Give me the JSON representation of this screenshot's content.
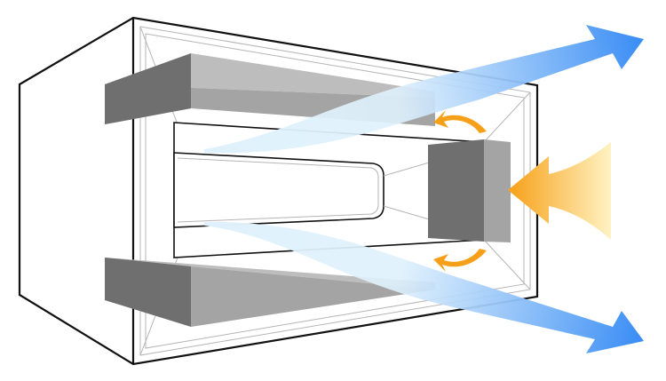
{
  "colors": {
    "background": "#ffffff",
    "outline": "#111111",
    "thin_line": "#b5b5b5",
    "magnet_side": "#a4a4a4",
    "magnet_front": "#6f6f6f",
    "magnet_top": "#bdbdbd",
    "airflow_blue_dark": "#3d8ff5",
    "airflow_blue_light": "#dff1fc",
    "intake_orange": "#f7a21b",
    "intake_yellow": "#fff4c6",
    "recirc_orange": "#f6a01a"
  },
  "parts": {
    "housing": "housing-box-outline",
    "top_block": "gray-block",
    "bottom_block": "gray-block",
    "right_block": "gray-block",
    "inner_frame": "channel-frame",
    "airflow_upper": "blue-arrow",
    "airflow_lower": "blue-arrow",
    "intake": "orange-arrow",
    "recirculation_upper": "small-orange-curved-arrow",
    "recirculation_lower": "small-orange-curved-arrow"
  }
}
